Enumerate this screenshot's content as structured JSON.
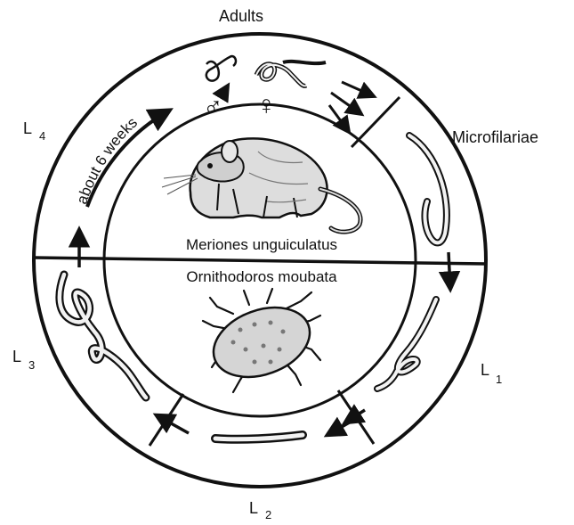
{
  "labels": {
    "adults": "Adults",
    "microfilariae": "Microfilariae",
    "l1": {
      "main": "L",
      "sub": "1"
    },
    "l2": {
      "main": "L",
      "sub": "2"
    },
    "l3": {
      "main": "L",
      "sub": "3"
    },
    "l4": {
      "main": "L",
      "sub": "4"
    },
    "male_symbol": "♂",
    "female_symbol": "♀"
  },
  "hosts": {
    "vertebrate": "Meriones unguiculatus",
    "vector": "Ornithodoros moubata"
  },
  "duration": "about 6 weeks",
  "colors": {
    "ink": "#111111",
    "background": "#ffffff",
    "worm_fill": "#f2f2f2"
  }
}
